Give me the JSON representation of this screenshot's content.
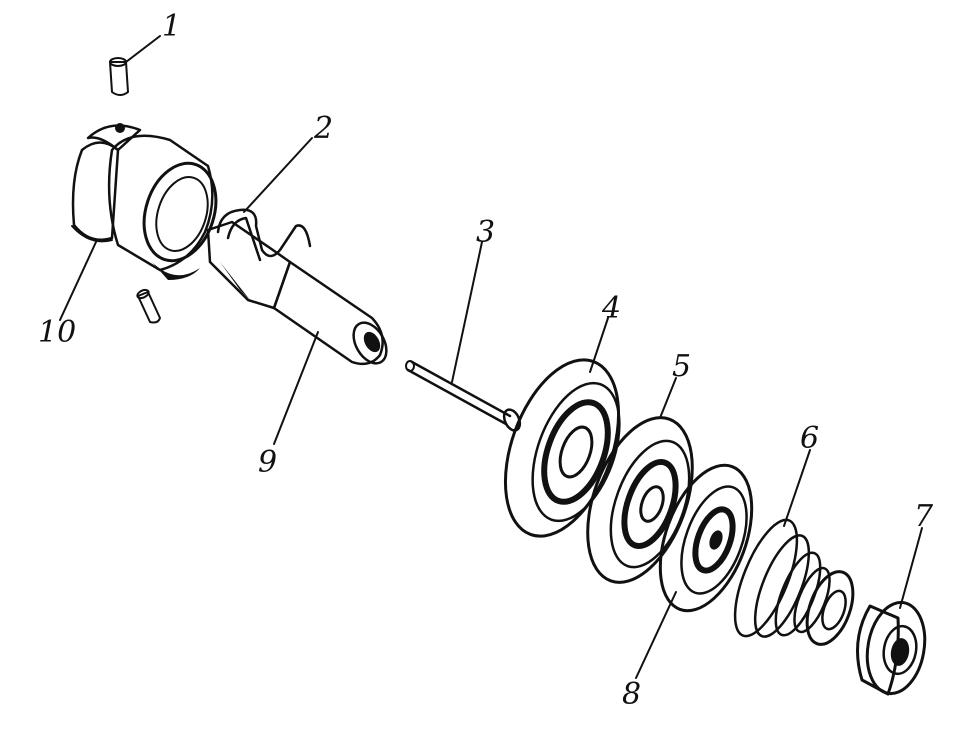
{
  "diagram": {
    "parts": [
      {
        "id": "part-1",
        "label": "1"
      },
      {
        "id": "part-2",
        "label": "2"
      },
      {
        "id": "part-3",
        "label": "3"
      },
      {
        "id": "part-4",
        "label": "4"
      },
      {
        "id": "part-5",
        "label": "5"
      },
      {
        "id": "part-6",
        "label": "6"
      },
      {
        "id": "part-7",
        "label": "7"
      },
      {
        "id": "part-8",
        "label": "8"
      },
      {
        "id": "part-9",
        "label": "9"
      },
      {
        "id": "part-10",
        "label": "10"
      }
    ]
  }
}
